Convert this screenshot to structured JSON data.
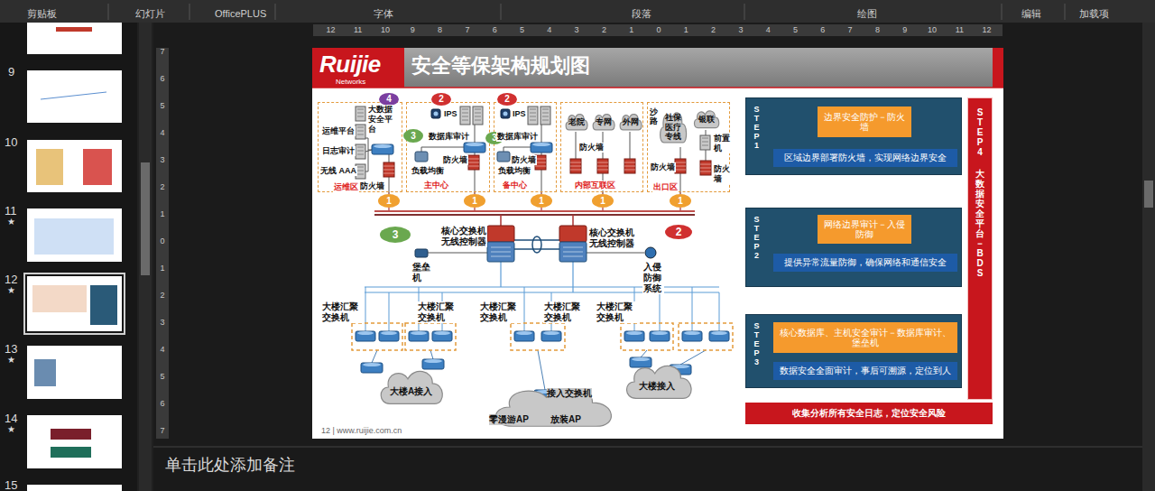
{
  "diagram": {
    "title": "安全等保架构规划图",
    "nodes": [
      {
        "text": [
          "运维区"
        ]
      },
      {
        "text": [
          "4"
        ]
      },
      {
        "text": [
          "主中心"
        ]
      },
      {
        "text": [
          "2"
        ]
      },
      {
        "text": [
          "备中心"
        ]
      },
      {
        "text": [
          "2"
        ]
      },
      {
        "text": [
          "内部互联区"
        ]
      },
      {
        "text": [
          "老院"
        ],
        "in": 6
      },
      {
        "text": [
          "专网"
        ],
        "in": 6
      },
      {
        "text": [
          "外网"
        ],
        "in": 6
      },
      {
        "text": [
          "出口区"
        ]
      },
      {
        "text": [
          "社保医疗专线"
        ],
        "in": 10
      },
      {
        "text": [
          "银联"
        ],
        "in": 10
      },
      {
        "text": [
          "3"
        ]
      },
      {
        "text": [
          "3"
        ]
      },
      {
        "text": [
          "1"
        ]
      },
      {
        "text": [
          "1"
        ]
      },
      {
        "text": [
          "1"
        ]
      },
      {
        "text": [
          "1"
        ]
      },
      {
        "text": [
          "1"
        ]
      },
      {
        "text": [
          "3"
        ]
      },
      {
        "text": [
          "2"
        ]
      },
      {
        "text": [
          "大楼A接入"
        ]
      },
      {
        "text": [
          "大楼接入"
        ]
      },
      {
        "text": [
          "接入交换机",
          "零漫游AP",
          "放装AP"
        ]
      },
      {
        "text": [
          "STEP1"
        ]
      },
      {
        "text": [
          "边界安全防护－防火墙"
        ],
        "in": 25
      },
      {
        "text": [
          "区域边界部署防火墙，实现网络边界安全"
        ],
        "in": 25
      },
      {
        "text": [
          "STEP2"
        ]
      },
      {
        "text": [
          "网络边界审计－入侵防御"
        ],
        "in": 28
      },
      {
        "text": [
          "提供异常流量防御，确保网络和通信安全"
        ],
        "in": 28
      },
      {
        "text": [
          "STEP3"
        ]
      },
      {
        "text": [
          "核心数据库、主机安全审计－数据库审计、堡垒机"
        ],
        "in": 31
      },
      {
        "text": [
          "数据安全全面审计，事后可溯源，定位到人"
        ],
        "in": 31
      },
      {
        "text": [
          "STEP4",
          "大数据安全平台－BDS"
        ]
      },
      {
        "text": [
          "收集分析所有安全日志，定位安全风险"
        ]
      }
    ],
    "edges": [
      {
        "from": 0,
        "to": 15,
        "arrow": "none"
      },
      {
        "from": 2,
        "to": 16,
        "arrow": "none"
      },
      {
        "from": 4,
        "to": 17,
        "arrow": "none"
      },
      {
        "from": 6,
        "to": 18,
        "arrow": "none"
      },
      {
        "from": 10,
        "to": 19,
        "arrow": "none"
      }
    ],
    "labels": [
      "剪贴板",
      "幻灯片",
      "OfficePLUS",
      "字体",
      "段落",
      "绘图",
      "编辑",
      "加载项",
      "9",
      "10",
      "11",
      "★",
      "12",
      "★",
      "13",
      "★",
      "14",
      "★",
      "15",
      "单击此处添加备注",
      "12",
      "11",
      "10",
      "9",
      "8",
      "7",
      "6",
      "5",
      "4",
      "3",
      "2",
      "1",
      "0",
      "1",
      "2",
      "3",
      "4",
      "5",
      "6",
      "7",
      "8",
      "9",
      "10",
      "11",
      "12",
      "7",
      "6",
      "5",
      "4",
      "3",
      "2",
      "1",
      "0",
      "1",
      "2",
      "3",
      "4",
      "5",
      "6",
      "7",
      "Ruijie",
      "Networks",
      "12 | www.ruijie.com.cn",
      "大数据安全平台",
      "运维平台",
      "日志审计",
      "无线 AAA",
      "防火墙",
      "IPS",
      "数据库审计",
      "负载均衡",
      "防火墙",
      "IPS",
      "数据库审计",
      "负载均衡",
      "防火墙",
      "防火墙",
      "沙路",
      "前置机",
      "防火墙",
      "防火墙",
      "核心交换机 无线控制器",
      "核心交换机 无线控制器",
      "堡垒机",
      "入侵防御系统",
      "大楼汇聚交换机",
      "大楼汇聚交换机",
      "大楼汇聚交换机",
      "大楼汇聚交换机",
      "大楼汇聚交换机"
    ]
  }
}
